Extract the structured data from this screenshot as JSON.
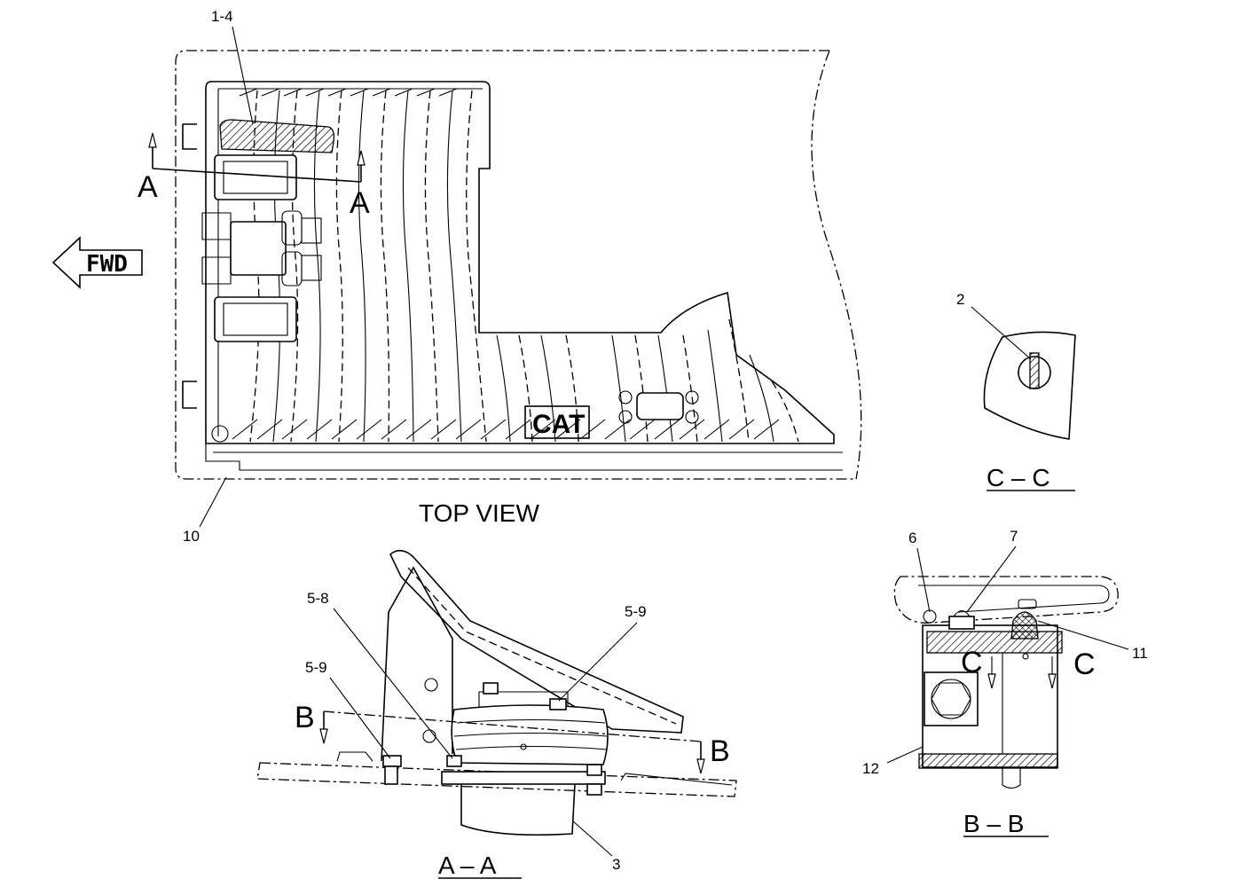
{
  "views": {
    "top": {
      "title": "TOP VIEW"
    },
    "aa": {
      "title": "A – A"
    },
    "bb": {
      "title": "B – B"
    },
    "cc": {
      "title": "C – C"
    }
  },
  "section_markers": {
    "a": "A",
    "b": "B",
    "c": "C"
  },
  "direction": {
    "label": "FWD"
  },
  "logo_text": "CAT",
  "callouts": {
    "c1_4": "1-4",
    "c10": "10",
    "c2": "2",
    "c5_8": "5-8",
    "c5_9": "5-9",
    "c3": "3",
    "c6": "6",
    "c7": "7",
    "c11": "11",
    "c12": "12"
  }
}
